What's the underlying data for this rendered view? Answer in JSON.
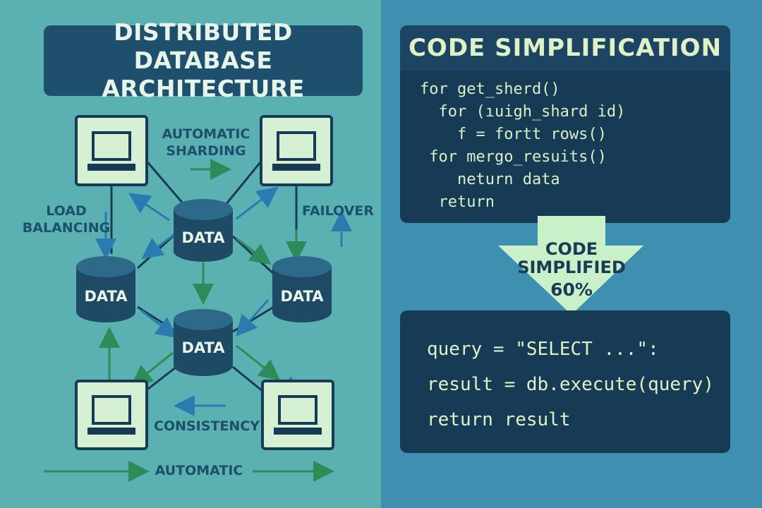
{
  "left": {
    "title_line1": "DISTRIBUTED DATABASE",
    "title_line2": "ARCHITECTURE",
    "labels": {
      "automatic_sharding_line1": "AUTOMATIC",
      "automatic_sharding_line2": "SHARDING",
      "load_balancing_line1": "LOAD",
      "load_balancing_line2": "BALANCING",
      "failover": "FAILOVER",
      "consistency": "CONSISTENCY",
      "automatic": "AUTOMATIC"
    },
    "db_nodes": [
      "DATA",
      "DATA",
      "DATA",
      "DATA"
    ]
  },
  "right": {
    "title": "CODE SIMPLIFICATION",
    "original_code": [
      "for get_sherd()",
      "  for (ıuigh_shard id)",
      "    f = fortt rows()",
      " for mergo_resuits()",
      "    neturn data",
      "  return"
    ],
    "arrow_line1": "CODE",
    "arrow_line2": "SIMPLIFIED",
    "arrow_value": "60%",
    "simplified_code": [
      "query = \"SELECT ...\":",
      "result = db.execute(query)",
      "return result"
    ]
  },
  "colors": {
    "left_bg": "#5bb1b1",
    "right_bg": "#3f8fb0",
    "dark_navy": "#173a55",
    "accent_green": "#2e8b57",
    "accent_blue": "#2a7bb0",
    "arrow_fill": "#c9f0c8"
  }
}
